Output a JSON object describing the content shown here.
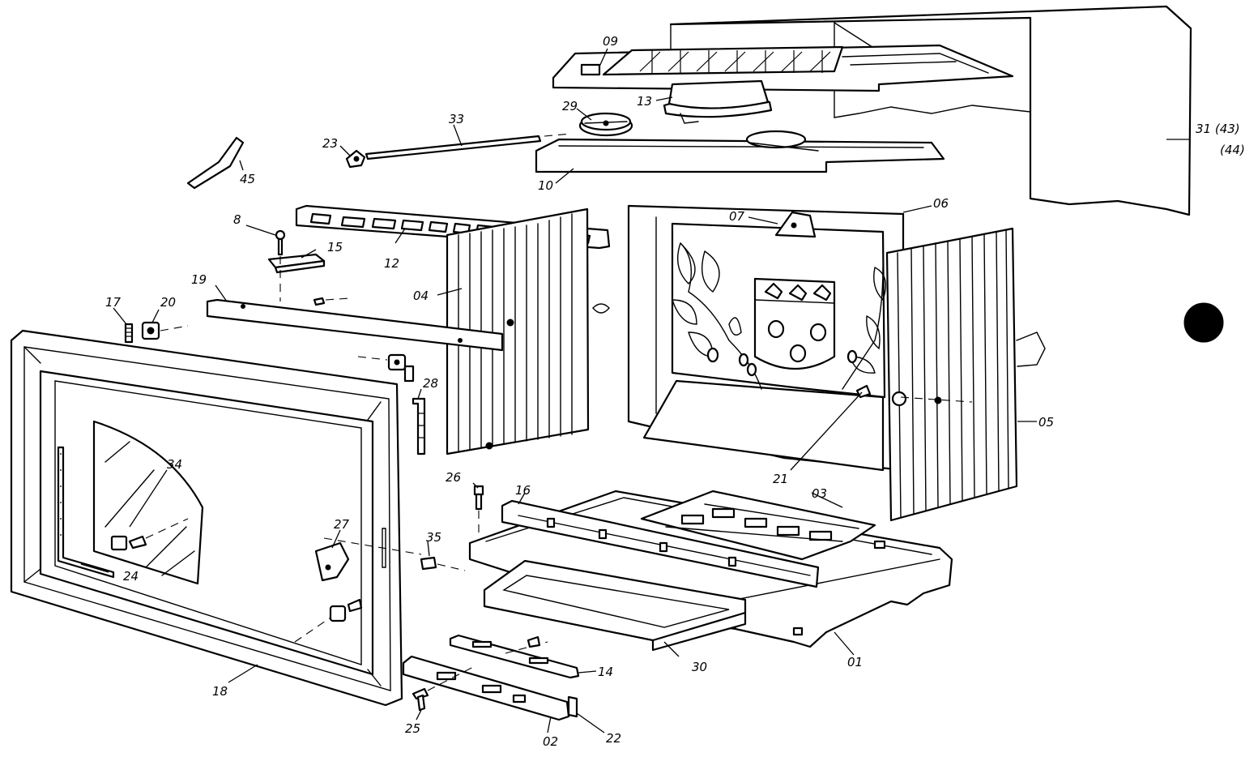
{
  "labels": {
    "p01": "01",
    "p02": "02",
    "p03": "03",
    "p04": "04",
    "p05": "05",
    "p06": "06",
    "p07": "07",
    "p08": "8",
    "p09": "09",
    "p10": "10",
    "p12": "12",
    "p13": "13",
    "p14": "14",
    "p15": "15",
    "p16": "16",
    "p17": "17",
    "p18": "18",
    "p19": "19",
    "p20": "20",
    "p21": "21",
    "p22": "22",
    "p23": "23",
    "p24": "24",
    "p25": "25",
    "p26": "26",
    "p27": "27",
    "p28": "28",
    "p29": "29",
    "p30": "30",
    "p31": "31 (43)",
    "p31b": "(44)",
    "p33": "33",
    "p34": "34",
    "p35": "35",
    "p45": "45"
  },
  "colors": {
    "line": "#000000",
    "background": "#ffffff"
  }
}
